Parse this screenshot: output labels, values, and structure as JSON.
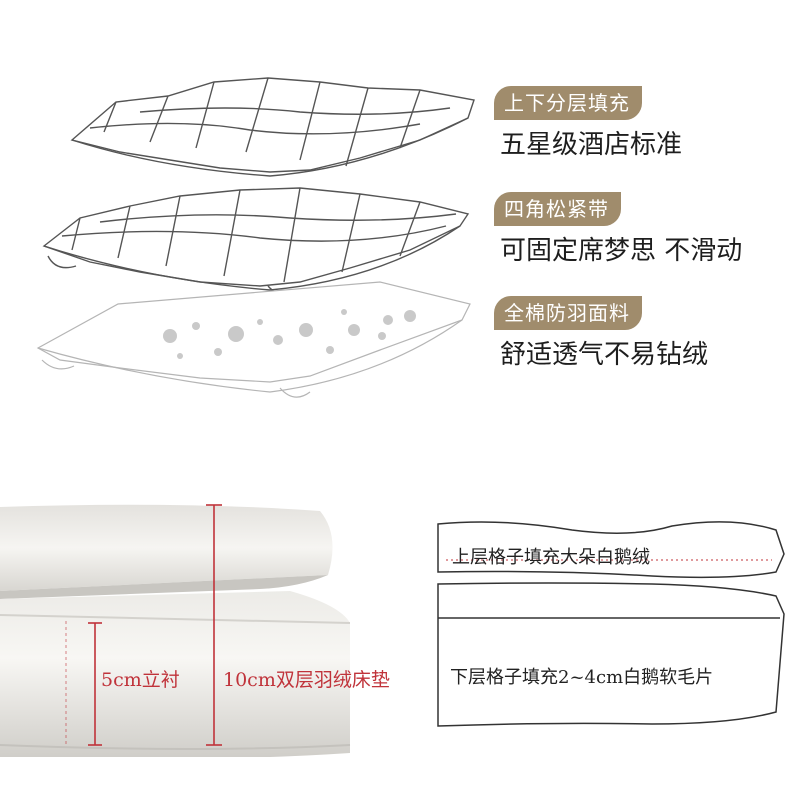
{
  "features": [
    {
      "badge": "上下分层填充",
      "desc": "五星级酒店标准"
    },
    {
      "badge": "四角松紧带",
      "desc": "可固定席梦思 不滑动"
    },
    {
      "badge": "全棉防羽面料",
      "desc": "舒适透气不易钻绒"
    }
  ],
  "photo_labels": {
    "height_5cm": "5cm立衬",
    "height_10cm": "10cm双层羽绒床垫"
  },
  "diagram_labels": {
    "upper": "上层格子填充大朵白鹅绒",
    "lower": "下层格子填充2~4cm白鹅软毛片"
  },
  "colors": {
    "badge_bg": "#a08c6c",
    "measure_red": "#c0333a"
  }
}
